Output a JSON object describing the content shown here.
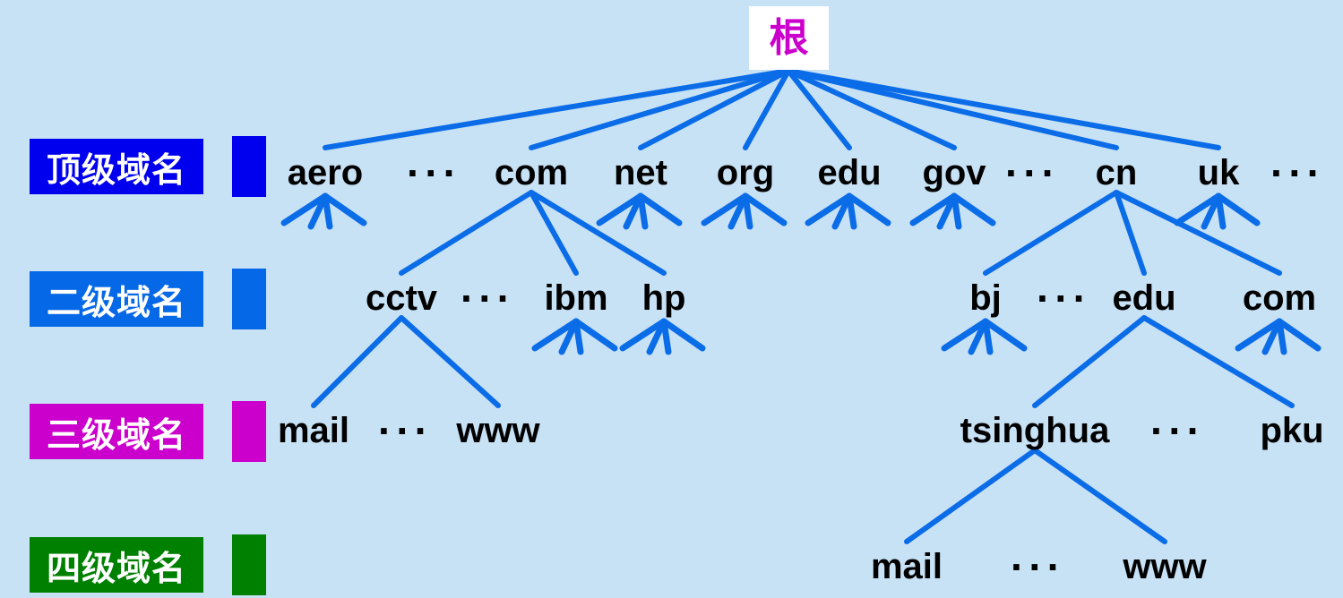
{
  "colors": {
    "background": "#C7E1F5",
    "edge": "#0B6CE8",
    "root_box_bg": "#FFFFFF",
    "root_text": "#CC00CC",
    "node_text": "#000000",
    "legend_text": "#FFFFFF"
  },
  "root": {
    "id": "root",
    "label": "根"
  },
  "legend": [
    {
      "id": "level1",
      "label": "顶级域名",
      "color": "#0000EE"
    },
    {
      "id": "level2",
      "label": "二级域名",
      "color": "#0568E6"
    },
    {
      "id": "level3",
      "label": "三级域名",
      "color": "#CC00CC"
    },
    {
      "id": "level4",
      "label": "四级域名",
      "color": "#008000"
    }
  ],
  "nodes": [
    {
      "id": "aero",
      "level": 1,
      "label": "aero",
      "subtree_mark": true
    },
    {
      "id": "dots-top-1",
      "level": 1,
      "label": "···",
      "ellipsis": true
    },
    {
      "id": "com",
      "level": 1,
      "label": "com"
    },
    {
      "id": "net",
      "level": 1,
      "label": "net",
      "subtree_mark": true
    },
    {
      "id": "org",
      "level": 1,
      "label": "org",
      "subtree_mark": true
    },
    {
      "id": "edu",
      "level": 1,
      "label": "edu",
      "subtree_mark": true
    },
    {
      "id": "gov",
      "level": 1,
      "label": "gov",
      "subtree_mark": true
    },
    {
      "id": "dots-top-2",
      "level": 1,
      "label": "···",
      "ellipsis": true
    },
    {
      "id": "cn",
      "level": 1,
      "label": "cn"
    },
    {
      "id": "uk",
      "level": 1,
      "label": "uk",
      "subtree_mark": true
    },
    {
      "id": "dots-top-3",
      "level": 1,
      "label": "···",
      "ellipsis": true
    },
    {
      "id": "cctv",
      "level": 2,
      "label": "cctv"
    },
    {
      "id": "dots-2nd-1",
      "level": 2,
      "label": "···",
      "ellipsis": true
    },
    {
      "id": "ibm",
      "level": 2,
      "label": "ibm",
      "subtree_mark": true
    },
    {
      "id": "hp",
      "level": 2,
      "label": "hp",
      "subtree_mark": true
    },
    {
      "id": "bj",
      "level": 2,
      "label": "bj",
      "subtree_mark": true
    },
    {
      "id": "dots-2nd-2",
      "level": 2,
      "label": "···",
      "ellipsis": true
    },
    {
      "id": "cn-edu",
      "level": 2,
      "label": "edu"
    },
    {
      "id": "cn-com",
      "level": 2,
      "label": "com",
      "subtree_mark": true
    },
    {
      "id": "cctv-mail",
      "level": 3,
      "label": "mail"
    },
    {
      "id": "dots-3rd-1",
      "level": 3,
      "label": "···",
      "ellipsis": true
    },
    {
      "id": "cctv-www",
      "level": 3,
      "label": "www"
    },
    {
      "id": "tsinghua",
      "level": 3,
      "label": "tsinghua"
    },
    {
      "id": "dots-3rd-2",
      "level": 3,
      "label": "···",
      "ellipsis": true
    },
    {
      "id": "pku",
      "level": 3,
      "label": "pku"
    },
    {
      "id": "tsinghua-mail",
      "level": 4,
      "label": "mail"
    },
    {
      "id": "dots-4th-1",
      "level": 4,
      "label": "···",
      "ellipsis": true
    },
    {
      "id": "tsinghua-www",
      "level": 4,
      "label": "www"
    }
  ],
  "edges": [
    {
      "from": "root",
      "to": "aero"
    },
    {
      "from": "root",
      "to": "com"
    },
    {
      "from": "root",
      "to": "net"
    },
    {
      "from": "root",
      "to": "org"
    },
    {
      "from": "root",
      "to": "edu"
    },
    {
      "from": "root",
      "to": "gov"
    },
    {
      "from": "root",
      "to": "cn"
    },
    {
      "from": "root",
      "to": "uk"
    },
    {
      "from": "com",
      "to": "cctv"
    },
    {
      "from": "com",
      "to": "ibm"
    },
    {
      "from": "com",
      "to": "hp"
    },
    {
      "from": "cn",
      "to": "bj"
    },
    {
      "from": "cn",
      "to": "cn-edu"
    },
    {
      "from": "cn",
      "to": "cn-com"
    },
    {
      "from": "cctv",
      "to": "cctv-mail"
    },
    {
      "from": "cctv",
      "to": "cctv-www"
    },
    {
      "from": "cn-edu",
      "to": "tsinghua"
    },
    {
      "from": "cn-edu",
      "to": "pku"
    },
    {
      "from": "tsinghua",
      "to": "tsinghua-mail"
    },
    {
      "from": "tsinghua",
      "to": "tsinghua-www"
    }
  ]
}
